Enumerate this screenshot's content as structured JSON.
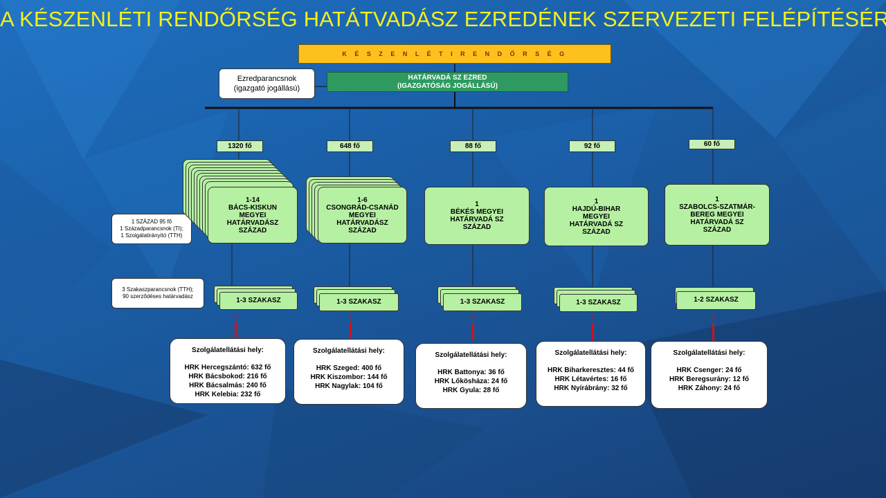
{
  "title": "A KÉSZENLÉTI RENDŐRSÉG HATÁTVADÁSZ  EZREDÉNEK SZERVEZETI FELÉPÍTÉSÉRE",
  "top": "K É S Z E N L É T I  R E N D Ő R S É G",
  "regiment": {
    "line1": "HATÁRVADÁ SZ  EZRED",
    "line2": "(IGAZGATÓSÁG  JOGÁLLÁSÚ)"
  },
  "commander": {
    "line1": "Ezredparancsnok",
    "line2": "(igazgató jogállású)"
  },
  "notes": {
    "company": [
      "1 SZÁZAD 95 fő",
      "1 Századparancsnok (TI);",
      "1 Szolgálatirányító (TTH)"
    ],
    "platoon": [
      "3 Szakaszparancsnok (TTH);",
      "90 szerződéses határvadász"
    ]
  },
  "units": [
    {
      "count": "1320 fő",
      "lines": [
        "1-14",
        "BÁCS-KISKUN",
        "MEGYEI",
        "HATÁRVADÁSZ",
        "SZÁZAD"
      ],
      "platoon": "1-3  SZAKASZ",
      "service_head": "Szolgálatellátási hely:",
      "service": [
        "HRK  Hercegszántó: 632 fő",
        "HRK  Bácsbokod:  216 fő",
        "HRK  Bácsalmás:  240 fő",
        "HRK  Kelebia:  232 fő"
      ]
    },
    {
      "count": "648 fő",
      "lines": [
        "1-6",
        "CSONGRÁD-CSANÁD",
        "MEGYEI",
        "HATÁRVADÁSZ",
        "SZÁZAD"
      ],
      "platoon": "1-3  SZAKASZ",
      "service_head": "Szolgálatellátási hely:",
      "service": [
        "HRK  Szeged: 400 fő",
        "HRK  Kiszombor: 144 fő",
        "HRK  Nagylak:  104 fő"
      ]
    },
    {
      "count": "88 fő",
      "lines": [
        "1",
        "BÉKÉS  MEGYEI",
        "HATÁRVADÁ SZ",
        "SZÁZAD"
      ],
      "platoon": "1-3  SZAKASZ",
      "service_head": "Szolgálatellátási hely:",
      "service": [
        "HRK  Battonya:  36 fő",
        "HRK  Lőkösháza: 24 fő",
        "HRK  Gyula:  28 fő"
      ]
    },
    {
      "count": "92 fő",
      "lines": [
        "1",
        "HAJDÚ-BIHAR",
        "MEGYEI",
        "HATÁRVADÁ SZ",
        "SZÁZAD"
      ],
      "platoon": "1-3  SZAKASZ",
      "service_head": "Szolgálatellátási hely:",
      "service": [
        "HRK  Biharkeresztes: 44 fő",
        "HRK  Létavértes: 16 fő",
        "HRK  Nyírábrány:  32 fő"
      ]
    },
    {
      "count": "60 fő",
      "lines": [
        "1",
        "SZABOLCS-SZATMÁR-",
        "BEREG  MEGYEI",
        "HATÁRVADÁ SZ",
        "SZÁZAD"
      ],
      "platoon": "1-2  SZAKASZ",
      "service_head": "Szolgálatellátási hely:",
      "service": [
        "HRK  Csenger: 24 fő",
        "HRK  Beregsurány: 12 fő",
        "HRK  Záhony:  24 fő"
      ]
    }
  ]
}
